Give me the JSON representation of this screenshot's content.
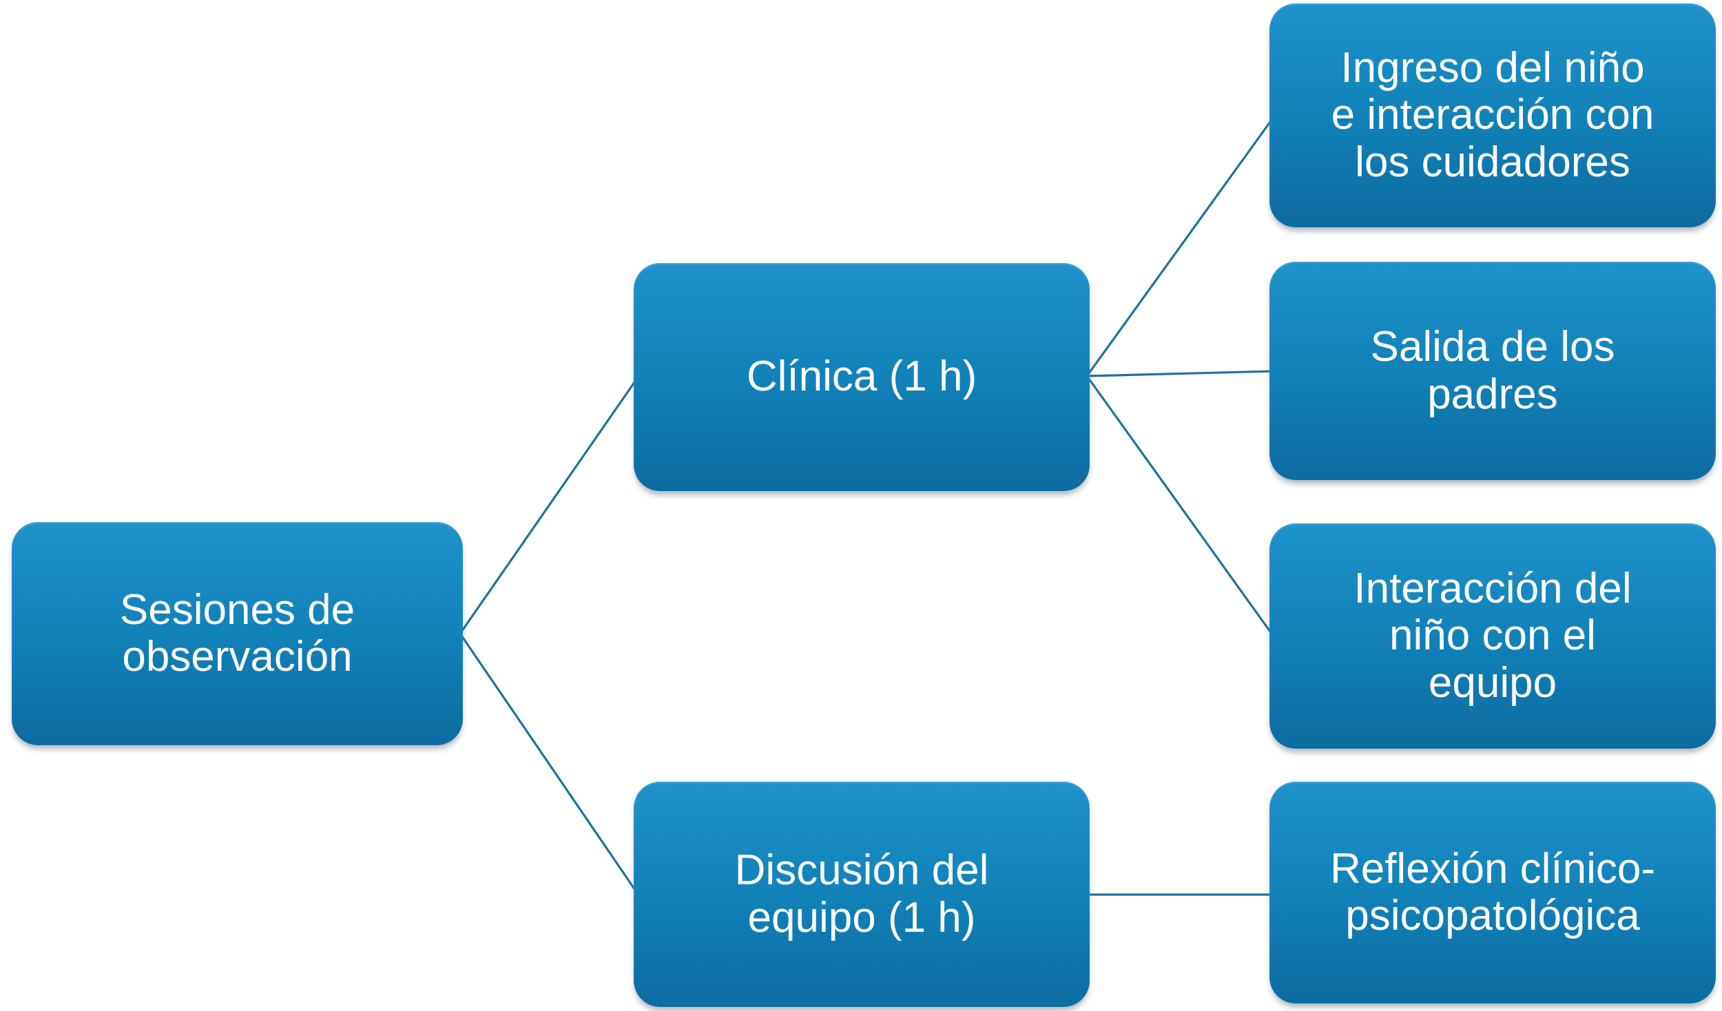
{
  "diagram": {
    "type": "hierarchy",
    "language": "es",
    "colors": {
      "node_gradient_top": "#1e92ca",
      "node_gradient_mid": "#1181b8",
      "node_gradient_bottom": "#0d6ba0",
      "connector": "#20719f",
      "text": "#ffffff",
      "background": "#ffffff"
    },
    "nodes": {
      "root": {
        "label": "Sesiones de\nobservación"
      },
      "clinica": {
        "label": "Clínica (1 h)"
      },
      "discusion": {
        "label": "Discusión del\nequipo (1 h)"
      },
      "ingreso": {
        "label": "Ingreso del niño\ne interacción con\nlos cuidadores"
      },
      "salida": {
        "label": "Salida de los\npadres"
      },
      "interaccion": {
        "label": "Interacción del\nniño con el\nequipo"
      },
      "reflexion": {
        "label": "Reflexión clínico-\npsicopatológica"
      }
    },
    "edges": [
      {
        "from": "root",
        "to": "clinica"
      },
      {
        "from": "root",
        "to": "discusion"
      },
      {
        "from": "clinica",
        "to": "ingreso"
      },
      {
        "from": "clinica",
        "to": "salida"
      },
      {
        "from": "clinica",
        "to": "interaccion"
      },
      {
        "from": "discusion",
        "to": "reflexion"
      }
    ]
  }
}
